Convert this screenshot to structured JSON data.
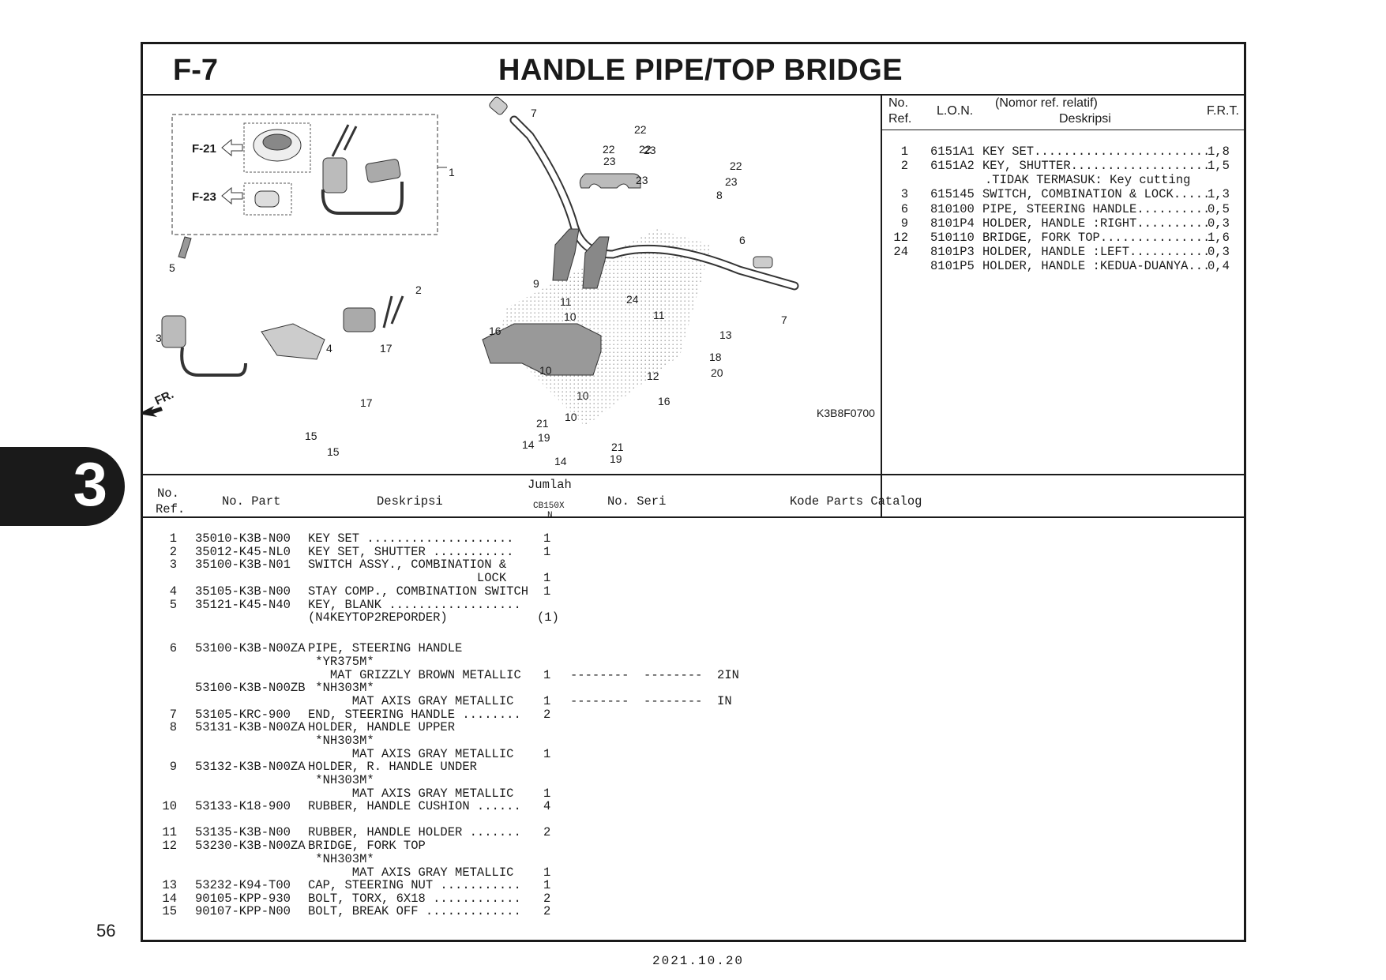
{
  "section": {
    "code": "F-7",
    "title": "HANDLE PIPE/TOP BRIDGE"
  },
  "lon_header": {
    "no_ref_1": "No.",
    "no_ref_2": "Ref.",
    "lon": "L.O.N.",
    "desc_1": "(Nomor ref. relatif)",
    "desc_2": "Deskripsi",
    "frt": "F.R.T."
  },
  "lon_rows": [
    {
      "ref": "1",
      "lon": "6151A1",
      "desc": "KEY SET........................",
      "frt": "1,8"
    },
    {
      "ref": "2",
      "lon": "6151A2",
      "desc": "KEY, SHUTTER...................",
      "frt": "1,5"
    },
    {
      "ref": "",
      "lon": "",
      "desc": ".TIDAK TERMASUK: Key cutting",
      "frt": ""
    },
    {
      "ref": "3",
      "lon": "615145",
      "desc": "SWITCH, COMBINATION & LOCK.....",
      "frt": "1,3"
    },
    {
      "ref": "6",
      "lon": "810100",
      "desc": "PIPE, STEERING HANDLE..........",
      "frt": "0,5"
    },
    {
      "ref": "9",
      "lon": "8101P4",
      "desc": "HOLDER, HANDLE :RIGHT..........",
      "frt": "0,3"
    },
    {
      "ref": "12",
      "lon": "510110",
      "desc": "BRIDGE, FORK TOP...............",
      "frt": "1,6"
    },
    {
      "ref": "24",
      "lon": "8101P3",
      "desc": "HOLDER, HANDLE :LEFT...........",
      "frt": "0,3"
    },
    {
      "ref": "",
      "lon": "8101P5",
      "desc": "HOLDER, HANDLE :KEDUA-DUANYA...",
      "frt": "0,4"
    }
  ],
  "diagram": {
    "code": "K3B8F0700",
    "fr_label": "FR.",
    "ref_f21": "F-21",
    "ref_f23": "F-23",
    "callouts": [
      "1",
      "2",
      "3",
      "4",
      "5",
      "6",
      "7",
      "7",
      "8",
      "9",
      "10",
      "10",
      "10",
      "10",
      "11",
      "11",
      "12",
      "13",
      "14",
      "14",
      "15",
      "15",
      "16",
      "16",
      "17",
      "17",
      "18",
      "19",
      "19",
      "20",
      "21",
      "21",
      "22",
      "22",
      "22",
      "22",
      "23",
      "23",
      "23",
      "23",
      "24"
    ]
  },
  "parts_header": {
    "no_ref_1": "No.",
    "no_ref_2": "Ref.",
    "no_part": "No. Part",
    "deskripsi": "Deskripsi",
    "jumlah": "Jumlah",
    "model": "CB150X",
    "model_sub": "N",
    "no_seri": "No. Seri",
    "kode": "Kode Parts Catalog"
  },
  "parts_rows": [
    {
      "ref": "1",
      "part": "35010-K3B-N00",
      "desc": "KEY SET ....................",
      "qty": "1"
    },
    {
      "ref": "2",
      "part": "35012-K45-NL0",
      "desc": "KEY SET, SHUTTER ...........",
      "qty": "1"
    },
    {
      "ref": "3",
      "part": "35100-K3B-N01",
      "desc": "SWITCH ASSY., COMBINATION &",
      "qty": ""
    },
    {
      "ref": "",
      "part": "",
      "desc": "                       LOCK",
      "qty": "1"
    },
    {
      "ref": "4",
      "part": "35105-K3B-N00",
      "desc": "STAY COMP., COMBINATION SWITCH",
      "qty": "1"
    },
    {
      "ref": "5",
      "part": "35121-K45-N40",
      "desc": "KEY, BLANK ..................",
      "qty": ""
    },
    {
      "ref": "",
      "part": "",
      "desc": "(N4KEYTOP2REPORDER)",
      "qty": "(1)"
    },
    {
      "ref": "6",
      "part": "53100-K3B-N00ZA",
      "desc": "PIPE, STEERING HANDLE",
      "qty": ""
    },
    {
      "ref": "",
      "part": "",
      "desc": " *YR375M*",
      "qty": ""
    },
    {
      "ref": "",
      "part": "",
      "desc": "   MAT GRIZZLY BROWN METALLIC",
      "qty": "1",
      "seri": "--------  --------  2IN"
    },
    {
      "ref": "",
      "part": "53100-K3B-N00ZB",
      "desc": " *NH303M*",
      "qty": ""
    },
    {
      "ref": "",
      "part": "",
      "desc": "      MAT AXIS GRAY METALLIC",
      "qty": "1",
      "seri": "--------  --------  IN"
    },
    {
      "ref": "7",
      "part": "53105-KRC-900",
      "desc": "END, STEERING HANDLE ........",
      "qty": "2"
    },
    {
      "ref": "8",
      "part": "53131-K3B-N00ZA",
      "desc": "HOLDER, HANDLE UPPER",
      "qty": ""
    },
    {
      "ref": "",
      "part": "",
      "desc": " *NH303M*",
      "qty": ""
    },
    {
      "ref": "",
      "part": "",
      "desc": "      MAT AXIS GRAY METALLIC",
      "qty": "1"
    },
    {
      "ref": "9",
      "part": "53132-K3B-N00ZA",
      "desc": "HOLDER, R. HANDLE UNDER",
      "qty": ""
    },
    {
      "ref": "",
      "part": "",
      "desc": " *NH303M*",
      "qty": ""
    },
    {
      "ref": "",
      "part": "",
      "desc": "      MAT AXIS GRAY METALLIC",
      "qty": "1"
    },
    {
      "ref": "10",
      "part": "53133-K18-900",
      "desc": "RUBBER, HANDLE CUSHION ......",
      "qty": "4"
    },
    {
      "ref": "11",
      "part": "53135-K3B-N00",
      "desc": "RUBBER, HANDLE HOLDER .......",
      "qty": "2"
    },
    {
      "ref": "12",
      "part": "53230-K3B-N00ZA",
      "desc": "BRIDGE, FORK TOP",
      "qty": ""
    },
    {
      "ref": "",
      "part": "",
      "desc": " *NH303M*",
      "qty": ""
    },
    {
      "ref": "",
      "part": "",
      "desc": "      MAT AXIS GRAY METALLIC",
      "qty": "1"
    },
    {
      "ref": "13",
      "part": "53232-K94-T00",
      "desc": "CAP, STEERING NUT ...........",
      "qty": "1"
    },
    {
      "ref": "14",
      "part": "90105-KPP-930",
      "desc": "BOLT, TORX, 6X18 ............",
      "qty": "2"
    },
    {
      "ref": "15",
      "part": "90107-KPP-N00",
      "desc": "BOLT, BREAK OFF .............",
      "qty": "2"
    }
  ],
  "page_number": "56",
  "chapter_tab": "3",
  "date": "2021.10.20"
}
